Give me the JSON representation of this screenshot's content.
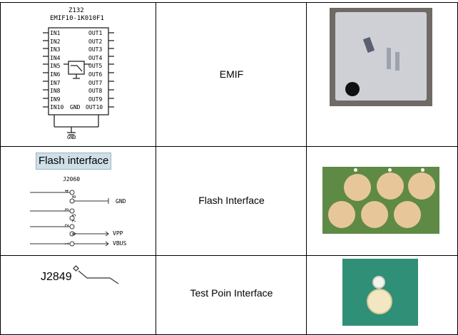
{
  "rows": [
    {
      "label": "EMIF",
      "schematic": {
        "ref": "Z132",
        "part": "EMIF10-1K010F1",
        "left_pins": [
          "IN1",
          "IN2",
          "IN3",
          "IN4",
          "IN5",
          "IN6",
          "IN7",
          "IN8",
          "IN9",
          "IN10"
        ],
        "right_pins": [
          "OUT1",
          "OUT2",
          "OUT3",
          "OUT4",
          "OUT5",
          "OUT6",
          "OUT7",
          "OUT8",
          "OUT9"
        ],
        "bottom_pins": [
          "GND",
          "OUT10"
        ],
        "ground_label": "GND"
      }
    },
    {
      "label": "Flash Interface",
      "schematic": {
        "title": "Flash interface",
        "ref": "J2060",
        "gnd_label": "GND",
        "vpp_label": "VPP",
        "vbus_label": "VBUS",
        "pin_numbers": [
          "4",
          "8",
          "3",
          "5",
          "2",
          "7",
          "6",
          "1"
        ]
      }
    },
    {
      "label": "Test Poin Interface",
      "schematic": {
        "ref": "J2849"
      }
    }
  ],
  "colors": {
    "chip_body": "#cfd0d6",
    "chip_shadow": "#6f6a66",
    "pcb_green": "#5f8a45",
    "pad_gold": "#e7c79a",
    "teal_board": "#2f8f77",
    "flash_title_bg": "#cfdfe8"
  }
}
